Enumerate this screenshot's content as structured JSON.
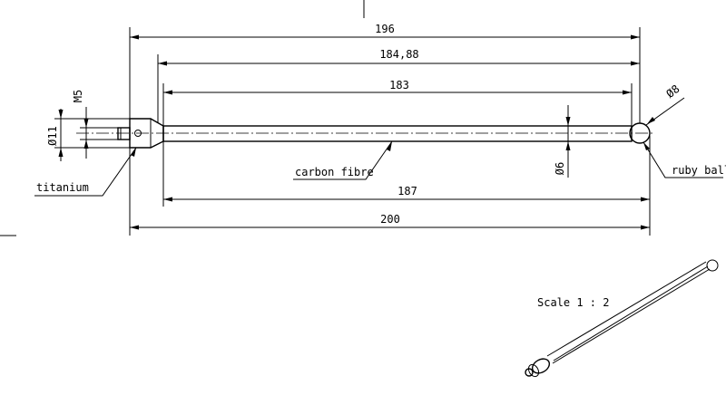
{
  "dimensions": {
    "overall_top": "196",
    "second": "184,88",
    "third": "183",
    "lower_inner": "187",
    "overall_bottom": "200",
    "thread": "M5",
    "shank_diameter": "Ø11",
    "shaft_diameter": "Ø6",
    "ball_diameter": "Ø8"
  },
  "labels": {
    "shaft_material": "carbon fibre",
    "shank_material": "titanium",
    "tip_material": "ruby ball",
    "scale": "Scale 1 : 2"
  }
}
